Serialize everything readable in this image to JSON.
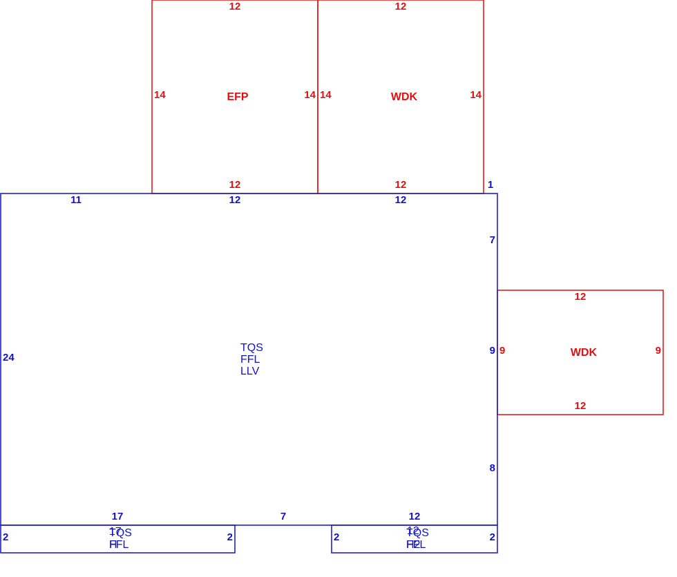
{
  "colors": {
    "red": "#dd1111",
    "blue": "#1111cc",
    "background": "#ffffff"
  },
  "efp": {
    "code": "EFP",
    "top": "12",
    "bottom": "12",
    "left": "14",
    "right": "14"
  },
  "wdk_top": {
    "code": "WDK",
    "top": "12",
    "bottom": "12",
    "left": "14",
    "right": "14"
  },
  "wdk_right": {
    "code": "WDK",
    "top": "12",
    "bottom": "12",
    "left": "9",
    "right": "9"
  },
  "main": {
    "codes": [
      "TQS",
      "FFL",
      "LLV"
    ],
    "top_left": "11",
    "top_mid": "12",
    "top_right": "12",
    "top_corner": "1",
    "right_upper": "7",
    "right_mid": "9",
    "right_lower": "8",
    "left": "24",
    "bottom_left": "17",
    "bottom_mid": "7",
    "bottom_right": "12"
  },
  "bump_left": {
    "codes_a": [
      "TQS",
      "FFL"
    ],
    "codes_b": [
      "17",
      "H"
    ],
    "left": "2",
    "right": "2"
  },
  "bump_right": {
    "codes_a": [
      "TQS",
      "FFL"
    ],
    "codes_b": [
      "12",
      "H2"
    ],
    "left": "2",
    "right": "2"
  }
}
